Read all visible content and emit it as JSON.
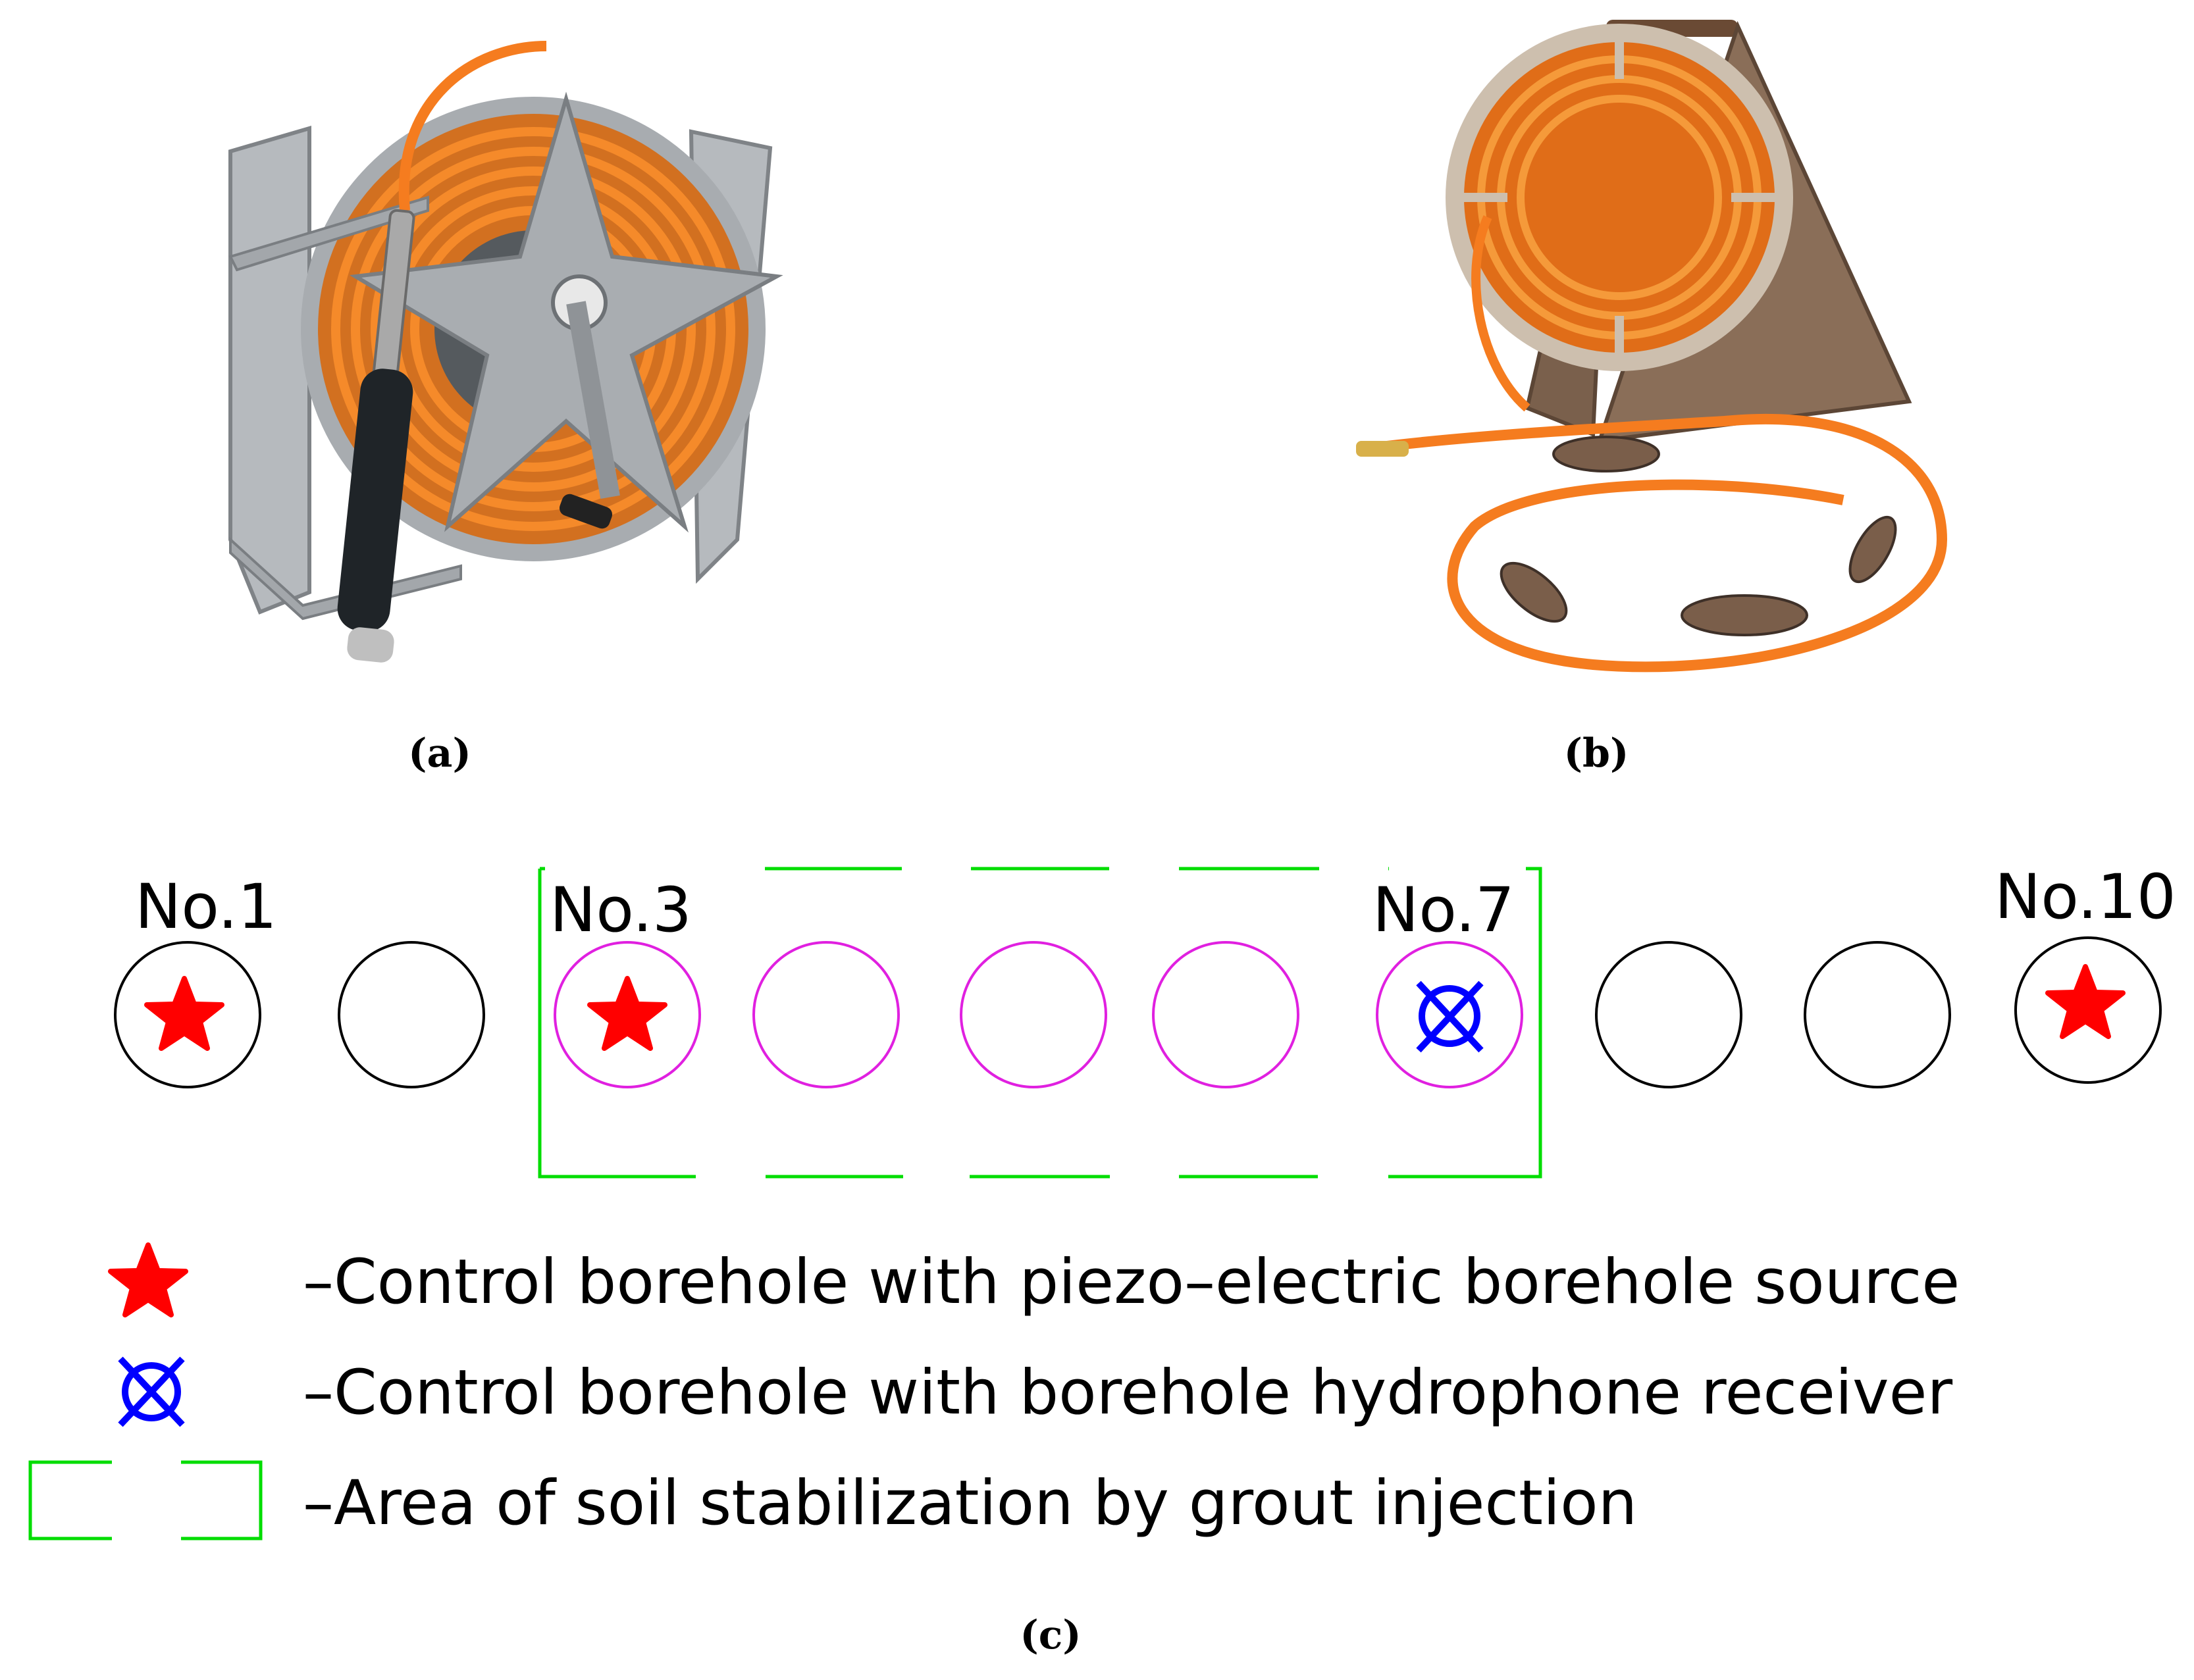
{
  "figure": {
    "panel_labels": {
      "a": "(a)",
      "b": "(b)",
      "c": "(c)"
    },
    "borehole_labels": {
      "no1": "No.1",
      "no3": "No.3",
      "no7": "No.7",
      "no10": "No.10"
    },
    "legend": [
      {
        "icon": "star-icon",
        "text": "–Control borehole with piezo–electric borehole source"
      },
      {
        "icon": "cross-circle-icon",
        "text": "–Control borehole with borehole hydrophone receiver"
      },
      {
        "icon": "dashed-rectangle-icon",
        "text": "–Area of soil stabilization by grout injection"
      }
    ],
    "colors": {
      "source": "#ff0000",
      "receiver": "#0000ff",
      "stabilization_area": "#00dd00",
      "stabilized_borehole": "#e020e0",
      "borehole": "#000000",
      "cable": "#f57c1f",
      "frame_a": "#a8acb0",
      "frame_b": "#8a6e58"
    }
  }
}
